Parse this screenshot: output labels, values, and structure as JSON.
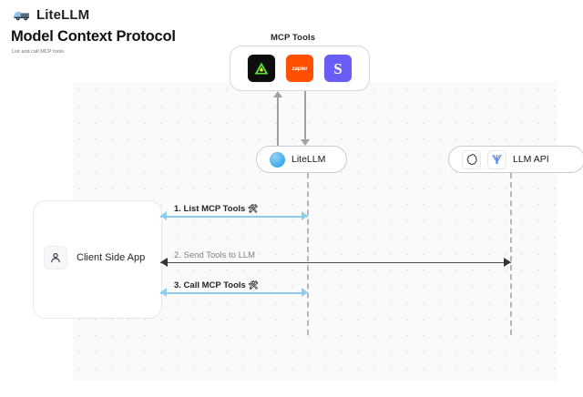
{
  "header": {
    "brand": "LiteLLM",
    "brand_icon": "truck-icon",
    "title": "Model Context Protocol",
    "subtitle": "List and call MCP tools"
  },
  "diagram": {
    "mcp_group": {
      "label": "MCP Tools",
      "tools": [
        {
          "name": "anthropic-tool-icon",
          "text": "",
          "color": "#0d0d0d"
        },
        {
          "name": "zapier-tool-icon",
          "text": "zapier",
          "color": "#ff4f00"
        },
        {
          "name": "slack-tool-icon",
          "text": "S",
          "color": "#6a5cf6"
        }
      ]
    },
    "nodes": [
      {
        "id": "litellm",
        "label": "LiteLLM",
        "icon": "litellm-logo-icon"
      },
      {
        "id": "llmapi",
        "label": "LLM API",
        "icons": [
          "openai-logo-icon",
          "claude-logo-icon"
        ]
      }
    ],
    "client": {
      "label": "Client Side App",
      "icon": "user-icon"
    },
    "messages": [
      {
        "id": "msg-1",
        "label": "1. List MCP Tools",
        "emoji": "🛠",
        "color": "#8ecdf0",
        "style": "blue"
      },
      {
        "id": "msg-2",
        "label": "2. Send Tools to LLM",
        "emoji": "",
        "color": "#4b4f55",
        "style": "gray"
      },
      {
        "id": "msg-3",
        "label": "3. Call MCP Tools",
        "emoji": "🛠",
        "color": "#8ecdf0",
        "style": "blue"
      }
    ],
    "vertical_arrows": [
      {
        "id": "v-arrow-up",
        "direction": "up"
      },
      {
        "id": "v-arrow-down",
        "direction": "down"
      }
    ]
  },
  "colors": {
    "canvas_bg": "#fafafa",
    "accent_blue": "#8ecdf0",
    "line_gray": "#4b4f55",
    "dash_gray": "#b3b6bc"
  }
}
